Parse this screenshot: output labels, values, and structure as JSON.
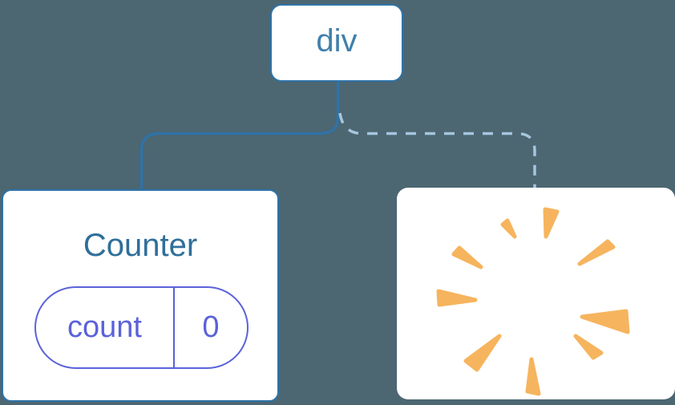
{
  "diagram": {
    "description": "React component tree diagram: div root with Counter child (solid connection) and a removed child shown as a poof explosion (dashed connection)",
    "root_node": {
      "label": "div"
    },
    "counter_node": {
      "title": "Counter",
      "state_key": "count",
      "state_value": "0"
    },
    "removed_node": {
      "icon": "poof-explosion-icon",
      "ray_count": 9
    },
    "connections": [
      {
        "from": "div",
        "to": "Counter",
        "style": "solid"
      },
      {
        "from": "div",
        "to": "removed-node",
        "style": "dashed"
      }
    ],
    "colors": {
      "background": "#4c6672",
      "node_background": "#ffffff",
      "node_border_blue": "#2e73a8",
      "root_label_blue": "#4080ac",
      "counter_title_blue": "#2f6f9a",
      "state_purple": "#5b62d9",
      "dashed_line_light_blue": "#a6c5de",
      "poof_orange": "#f6b45e"
    }
  }
}
